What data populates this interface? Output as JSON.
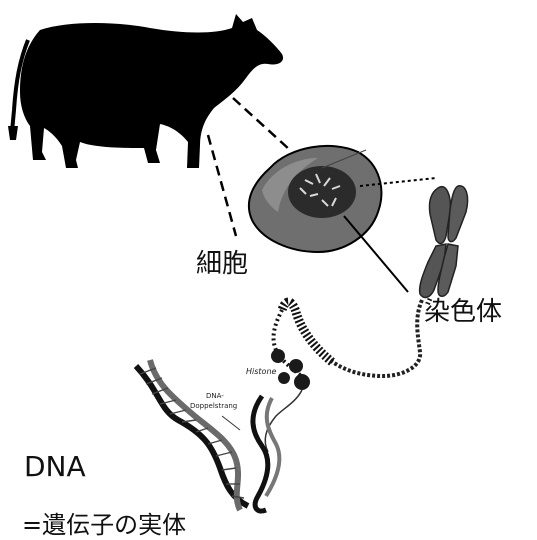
{
  "labels": {
    "cell": "細胞",
    "chromosome": "染色体",
    "dna": "DNA",
    "gene_entity": "=遺伝子の実体"
  },
  "inner_labels": {
    "histone": "Histone",
    "dna_double_strand": "DNA-\nDoppelstrang"
  },
  "colors": {
    "ink": "#111111",
    "cell_body": "#6f6f6f",
    "nucleus": "#2b2b2b",
    "chromosome": "#555555",
    "background": "#ffffff"
  }
}
